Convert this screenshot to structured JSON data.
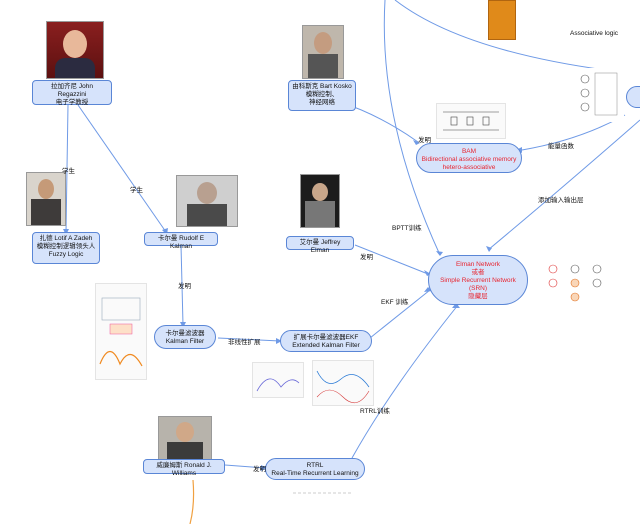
{
  "nodes": {
    "ragazzini": "拉加齐尼 John Regazzini\n电子学教授",
    "zadeh": "扎德 Lotif A Zadeh\n模糊控制逻辑领头人\nFuzzy Logic",
    "kalman": "卡尔曼 Rudolf E Kalman",
    "kosko": "由科斯克 Bart Kosko\n模糊控制、\n神经网络",
    "bam": "BAM\nBidirectional associative memory\nhetero-associative",
    "elman_person": "艾尔曼 Jeffrey Elman",
    "elman_net": "Elman Network\n或者\nSimple Recurrent Network\n(SRN)\n隐藏层",
    "kalman_filter": "卡尔曼滤波器\nKalman Filter",
    "ekf": "扩展卡尔曼滤波器EKF\nExtended Kalman Filter",
    "williams": "威廉姆斯 Ronald J. Williams",
    "rtrl": "RTRL\nReal-Time Recurrent Learning"
  },
  "edge_labels": {
    "student1": "学生",
    "student2": "学生",
    "invent1": "发明",
    "invent_kosko": "发明",
    "invent_elman": "发明",
    "invent_williams": "发明",
    "nonlinear": "非线性扩展",
    "ekf_train": "EKF 训练",
    "bptt": "BPTT训练",
    "rtrl_train": "RTRL训练",
    "associative_logic": "Associative logic",
    "energy": "能量函数",
    "io_layer": "添加输入输出层"
  },
  "colors": {
    "node_fill": "#d6e3fb",
    "node_border": "#5a86d6",
    "edge": "#6f9ae6",
    "accent_red": "#e8242f",
    "orange": "#f0a040"
  }
}
